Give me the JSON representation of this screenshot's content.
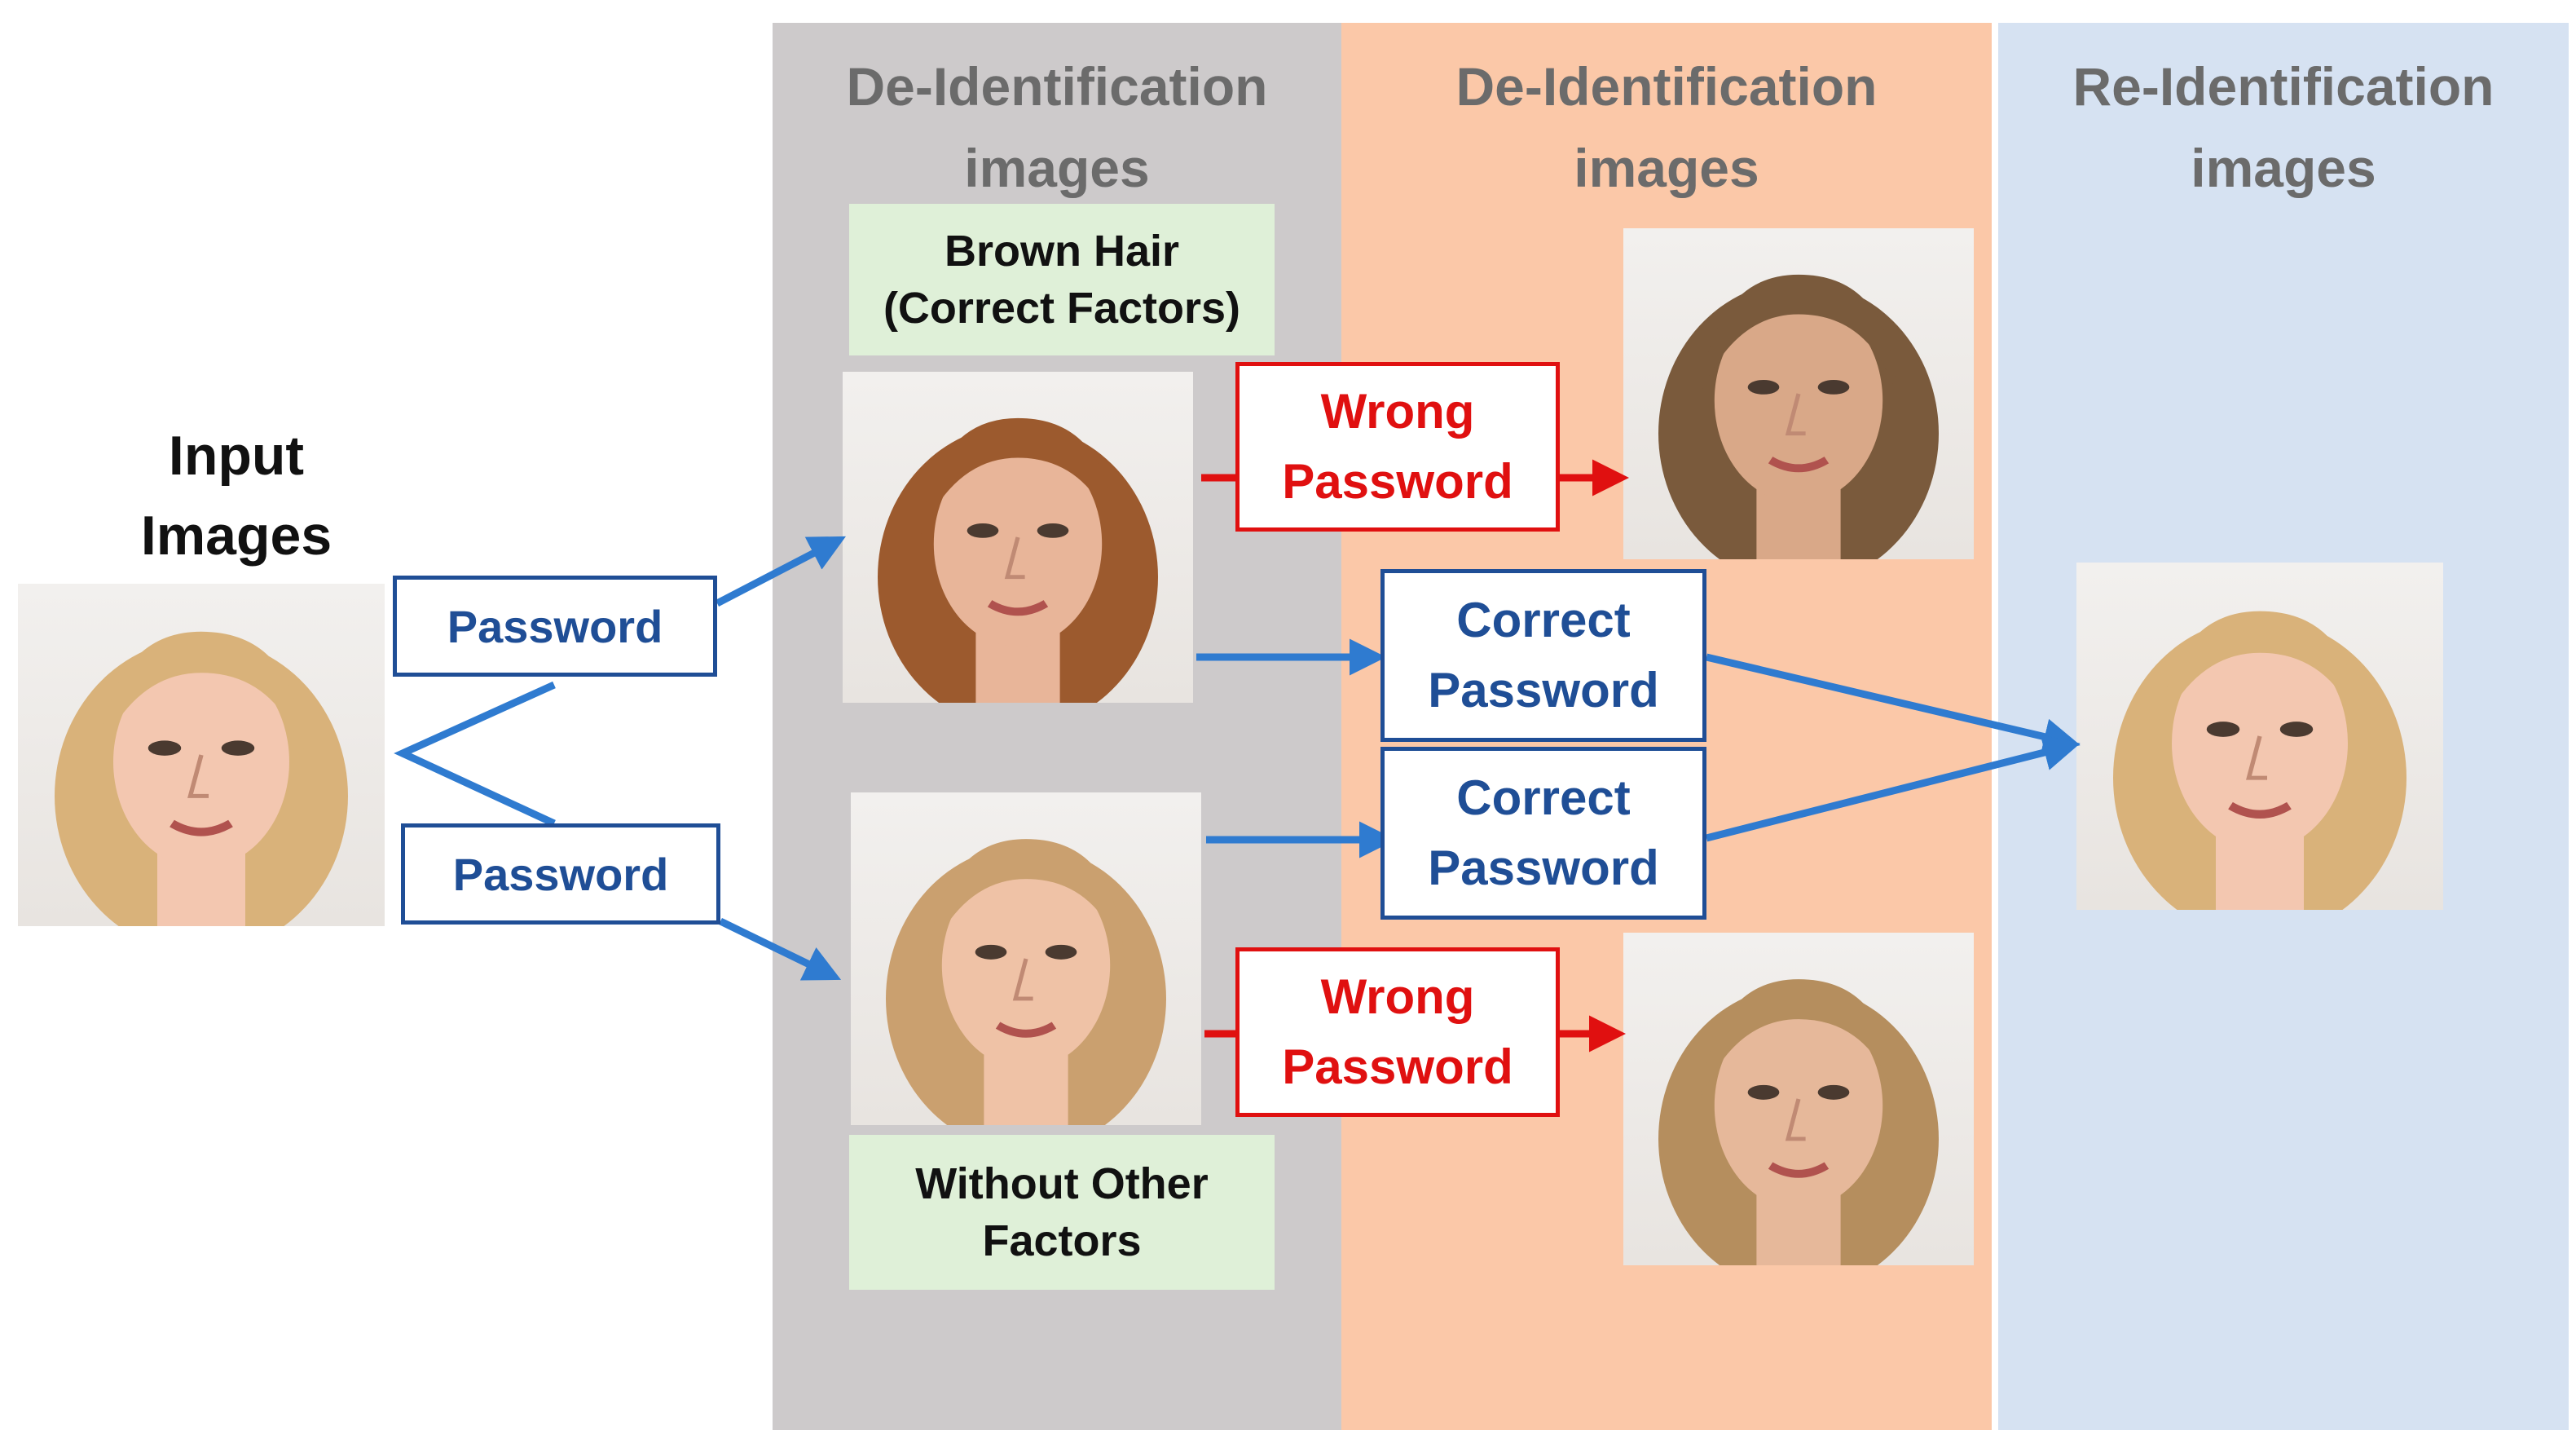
{
  "colors": {
    "panel_gray": "#cdcacb",
    "panel_orange": "#fbc8a8",
    "panel_blue": "#d6e2f2",
    "factor_green": "#dff0d8",
    "arrow_blue": "#2f7bd0",
    "arrow_red": "#e01010",
    "box_blue": "#1f4e96",
    "box_red": "#e01010"
  },
  "input": {
    "title": "Input\nImages"
  },
  "panels": {
    "deid_gray": {
      "title": "De-Identification\nimages"
    },
    "deid_orange": {
      "title": "De-Identification\nimages"
    },
    "reid": {
      "title": "Re-Identification\nimages"
    }
  },
  "factors": {
    "top": "Brown Hair\n(Correct Factors)",
    "bottom": "Without Other\nFactors"
  },
  "passwords": {
    "input_top": "Password",
    "input_bottom": "Password",
    "wrong_top": "Wrong\nPassword",
    "wrong_bottom": "Wrong\nPassword",
    "correct_top": "Correct\nPassword",
    "correct_bottom": "Correct\nPassword"
  },
  "faces": {
    "input": {
      "hair": "#d9b27a",
      "skin": "#f3c7b0"
    },
    "deid_brown": {
      "hair": "#9c5a2e",
      "skin": "#e8b599"
    },
    "deid_plain": {
      "hair": "#caa06f",
      "skin": "#efc2a6"
    },
    "wrong_top": {
      "hair": "#7a5a3c",
      "skin": "#d9a888"
    },
    "wrong_bottom": {
      "hair": "#b58e5e",
      "skin": "#e6b89a"
    },
    "reid": {
      "hair": "#d9b27a",
      "skin": "#f3c7b0"
    }
  }
}
